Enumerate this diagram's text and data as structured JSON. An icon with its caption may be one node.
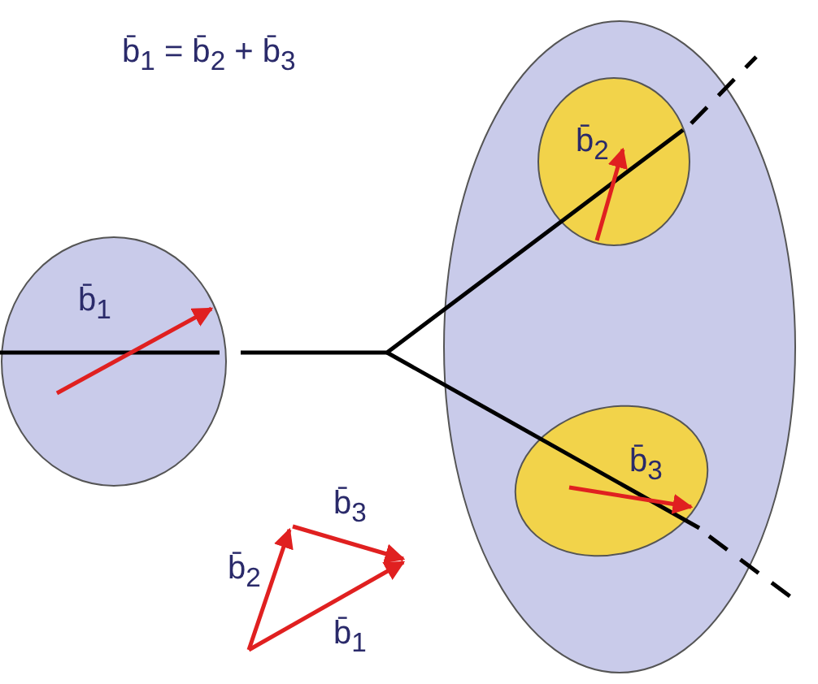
{
  "diagram": {
    "title": "b̄$_{1}$ = b̄$_{2}$ + b̄$_{3}$",
    "nodes": [
      {
        "text": [
          "b̄$_{1}$"
        ]
      },
      {
        "text": [],
        "shape": "ellipse"
      },
      {
        "text": [
          "b̄$_{2}$"
        ],
        "in": 1
      },
      {
        "text": [
          "b̄$_{3}$"
        ],
        "in": 1
      }
    ],
    "labels": [
      "b̄$_{3}$",
      "b̄$_{2}$",
      "b̄$_{1}$"
    ]
  }
}
